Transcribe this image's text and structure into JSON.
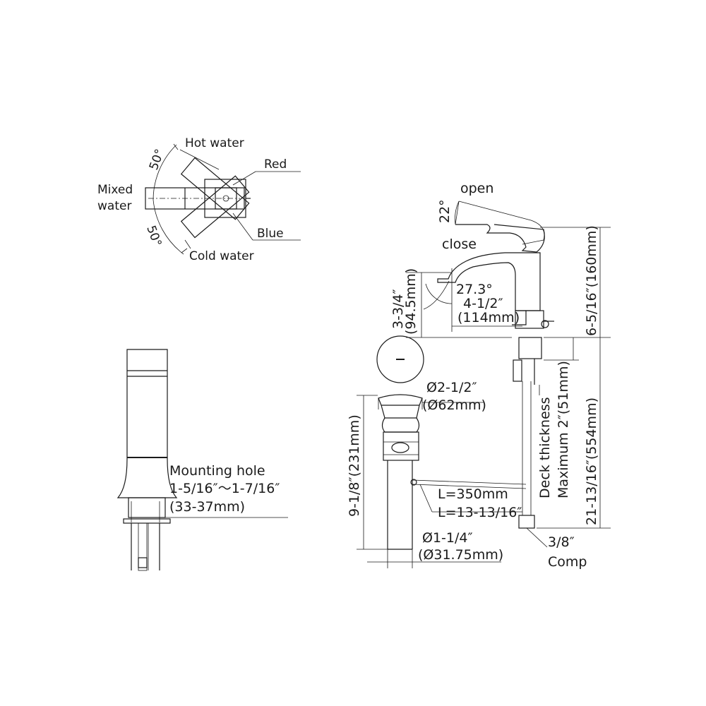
{
  "handle_view": {
    "hot_water": "Hot water",
    "red": "Red",
    "mixed_line1": "Mixed",
    "mixed_line2": "water",
    "blue": "Blue",
    "cold_water": "Cold water",
    "angle_top": "50°",
    "angle_bottom": "50°"
  },
  "side_view": {
    "mounting_line1": "Mounting hole",
    "mounting_line2": "1-5/16″～1-7/16″",
    "mounting_line3": "(33-37mm)"
  },
  "faucet_view": {
    "open": "open",
    "close": "close",
    "lever_angle": "22°",
    "spout_angle": "27.3°",
    "reach_in": "4-1/2″",
    "reach_mm": "(114mm)",
    "spout_height_in": "3-3/4″",
    "spout_height_mm": "(94.5mm)",
    "top_height": "6-5/16″(160mm)",
    "overall_length": "21-13/16″(554mm)",
    "deck_line1": "Deck thickness",
    "deck_line2": "Maximum 2″(51mm)",
    "supply_line1": "3/8″",
    "supply_line2": "Comp"
  },
  "drain_view": {
    "cap_dia_in": "Ø2-1/2″",
    "cap_dia_mm": "(Ø62mm)",
    "drain_length": "9-1/8″(231mm)",
    "rod_length_mm": "L=350mm",
    "rod_length_in": "L=13-13/16″",
    "tail_dia_in": "Ø1-1/4″",
    "tail_dia_mm": "(Ø31.75mm)"
  }
}
